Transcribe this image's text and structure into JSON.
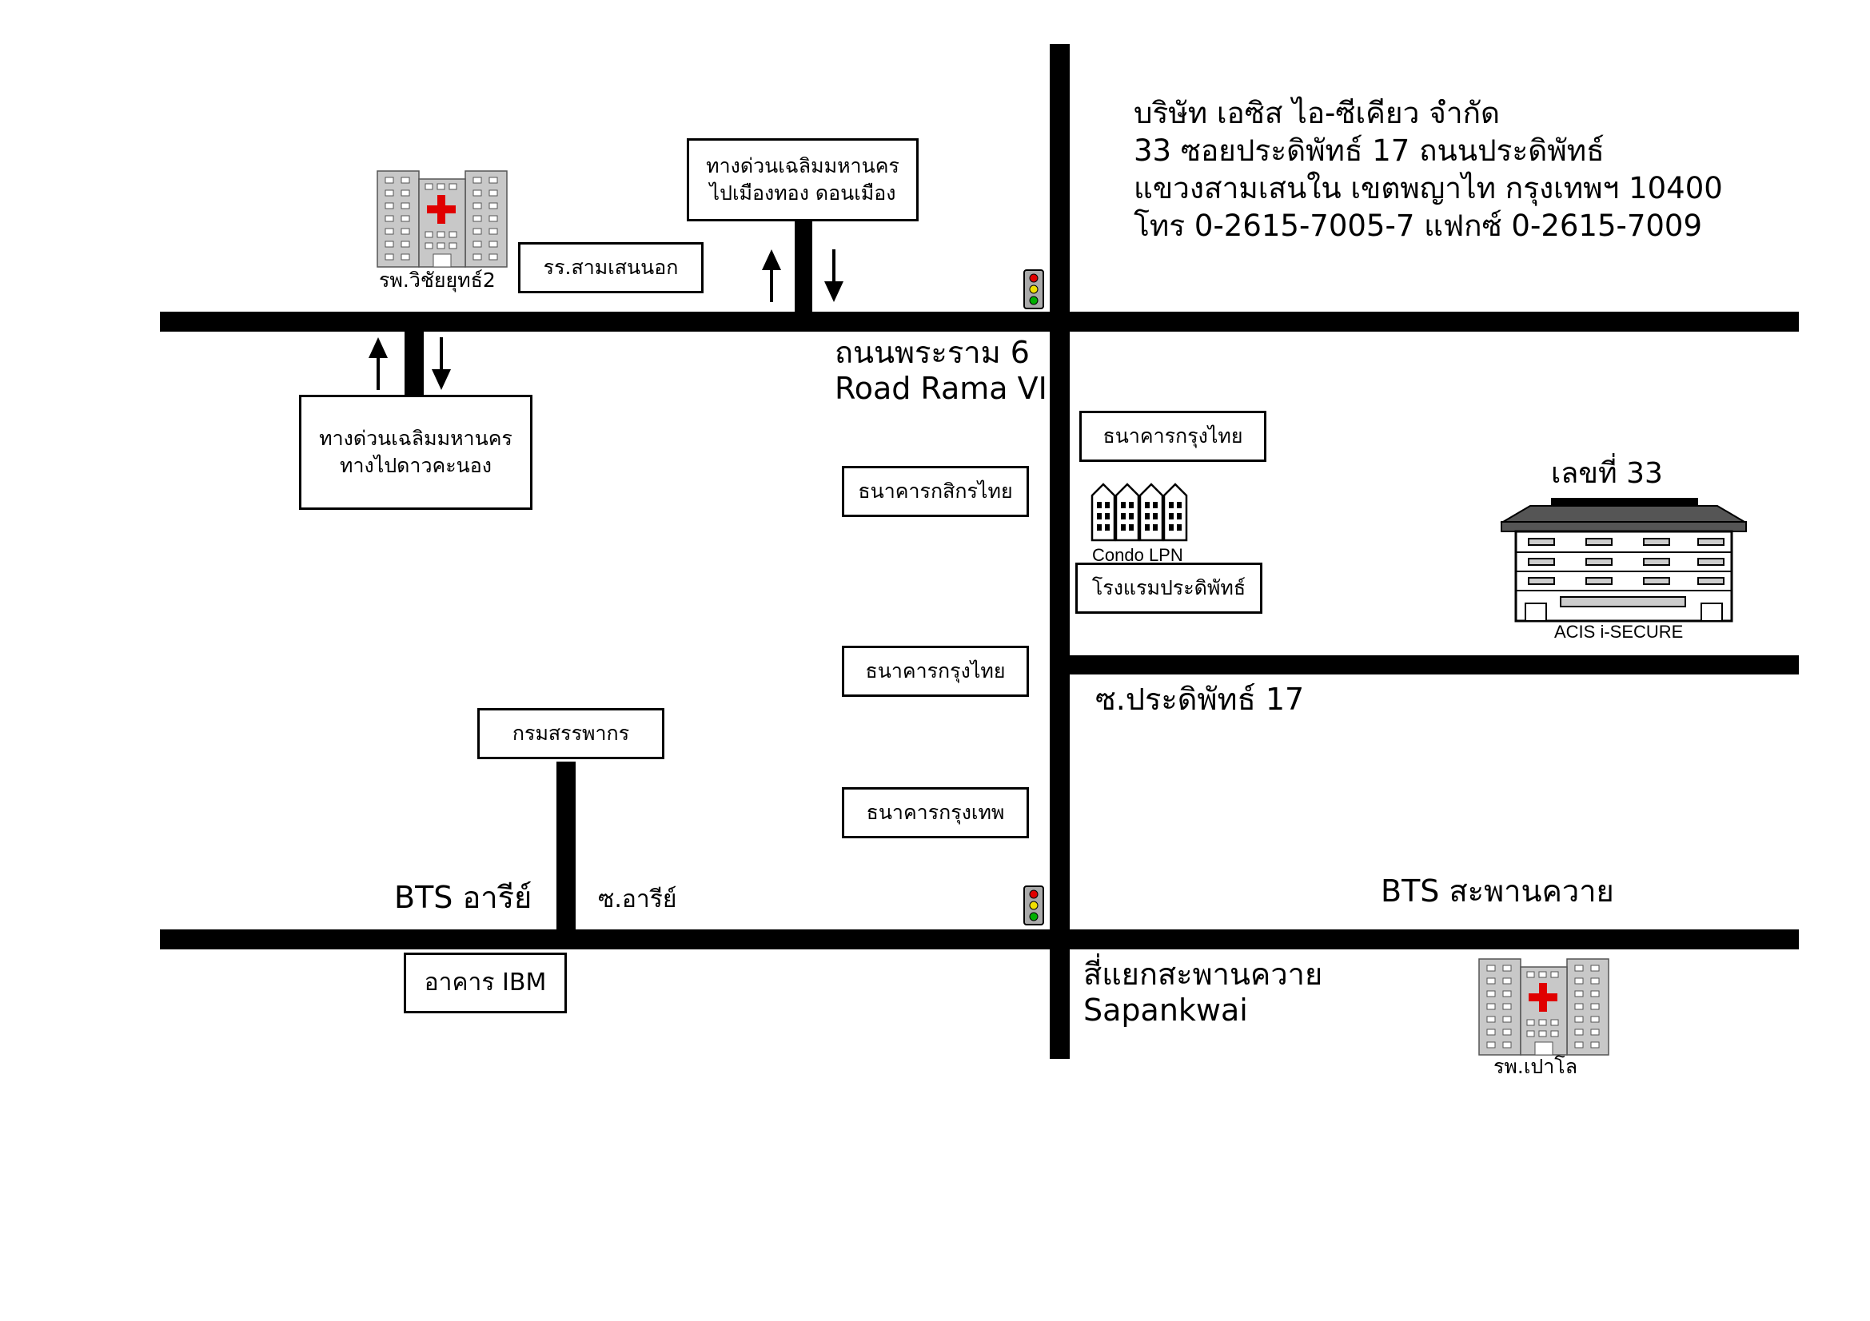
{
  "company": {
    "name": "บริษัท เอซิส ไอ-ซีเคียว จำกัด",
    "address_line1": "33 ซอยประดิพัทธ์ 17 ถนนประดิพัทธ์",
    "address_line2": "แขวงสามเสนใน เขตพญาไท กรุงเทพฯ 10400",
    "contact": "โทร 0-2615-7005-7 แฟกซ์ 0-2615-7009"
  },
  "roads": {
    "rama6_th": "ถนนพระราม 6",
    "rama6_en": "Road Rama VI",
    "soi_pradiphat17": "ซ.ประดิพัทธ์ 17",
    "soi_ari": "ซ.อารีย์",
    "sapankwai_th": "สี่แยกสะพานควาย",
    "sapankwai_en": "Sapankwai"
  },
  "stations": {
    "bts_ari": "BTS อารีย์",
    "bts_sapankwai": "BTS สะพานควาย"
  },
  "landmarks": {
    "expressway_top_line1": "ทางด่วนเฉลิมมหานคร",
    "expressway_top_line2": "ไปเมืองทอง ดอนเมือง",
    "expressway_left_line1": "ทางด่วนเฉลิมมหานคร",
    "expressway_left_line2": "ทางไปดาวคะนอง",
    "school": "รร.สามเสนนอก",
    "hospital_vichaiyut": "รพ.วิชัยยุทธ์2",
    "hospital_paolo": "รพ.เปาโล",
    "krungthai_1": "ธนาคารกรุงไทย",
    "kasikorn": "ธนาคารกสิกรไทย",
    "krungthai_2": "ธนาคารกรุงไทย",
    "bangkok_bank": "ธนาคารกรุงเทพ",
    "revenue_dept": "กรมสรรพากร",
    "ibm_building": "อาคาร IBM",
    "hotel": "โรงแรมประดิพัทธ์",
    "condo": "Condo LPN",
    "building_no": "เลขที่ 33",
    "office_name": "ACIS i-SECURE"
  },
  "colors": {
    "road": "#000000",
    "hospital_building": "#c8c8c8",
    "red_cross": "#e00000",
    "office_roof": "#555555"
  }
}
